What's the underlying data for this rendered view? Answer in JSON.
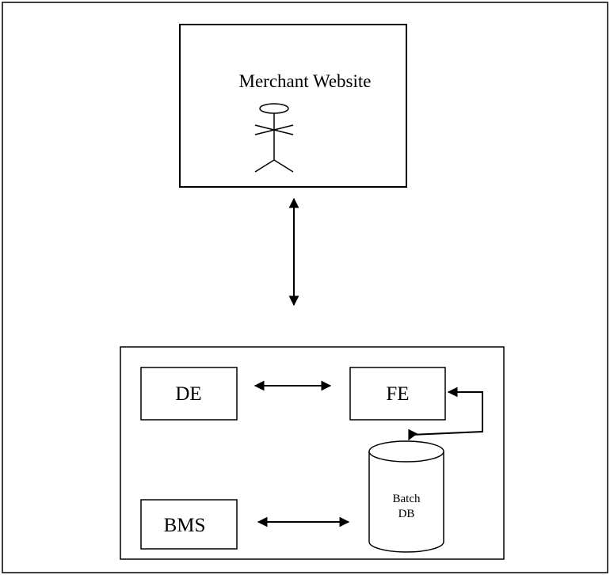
{
  "diagram": {
    "merchant": {
      "label": "Merchant Website"
    },
    "components": {
      "de": "DE",
      "fe": "FE",
      "bms": "BMS",
      "batch_db_line1": "Batch",
      "batch_db_line2": "DB"
    }
  }
}
